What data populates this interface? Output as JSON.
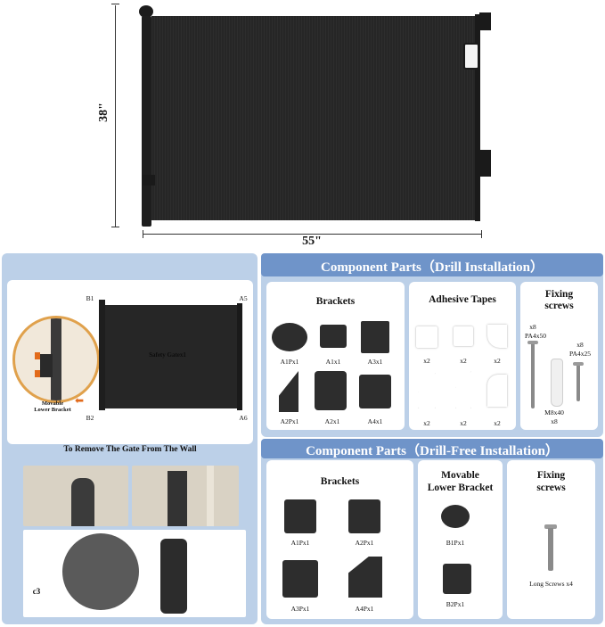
{
  "top": {
    "height_label": "38\"",
    "width_label": "55\""
  },
  "left_panel": {
    "corner_labels": {
      "b1": "B1",
      "a5": "A5",
      "b2": "B2",
      "a6": "A6"
    },
    "gate_text": "Safety Gatex1",
    "movable_label": "Movable\nLower Bracket",
    "remove_title": "To Remove The Gate From The Wall",
    "c3_label": "c3"
  },
  "drill": {
    "title": "Component Parts（Drill Installation）",
    "brackets": {
      "title": "Brackets",
      "items": [
        "A1Px1",
        "A1x1",
        "A3x1",
        "A2Px1",
        "A2x1",
        "A4x1"
      ]
    },
    "tapes": {
      "title": "Adhesive Tapes",
      "items": [
        "x2",
        "x2",
        "x2",
        "x2",
        "x2",
        "x2"
      ]
    },
    "screws": {
      "title": "Fixing\nscrews",
      "s1_count": "x8",
      "s1_name": "PA4x50",
      "s2_count": "x8",
      "s2_name": "PA4x25",
      "anchor_name": "M8x40",
      "anchor_count": "x8"
    }
  },
  "drillfree": {
    "title": "Component Parts（Drill-Free Installation）",
    "brackets": {
      "title": "Brackets",
      "items": [
        "A1Px1",
        "A2Px1",
        "A3Px1",
        "A4Px1"
      ]
    },
    "movable": {
      "title": "Movable\nLower Bracket",
      "items": [
        "B1Px1",
        "B2Px1"
      ]
    },
    "screws": {
      "title": "Fixing\nscrews",
      "long": "Long Screws x4"
    }
  },
  "colors": {
    "panel_light": "#bcd0e8",
    "panel_header": "#6f94c9",
    "gate_mesh": "#262626"
  }
}
